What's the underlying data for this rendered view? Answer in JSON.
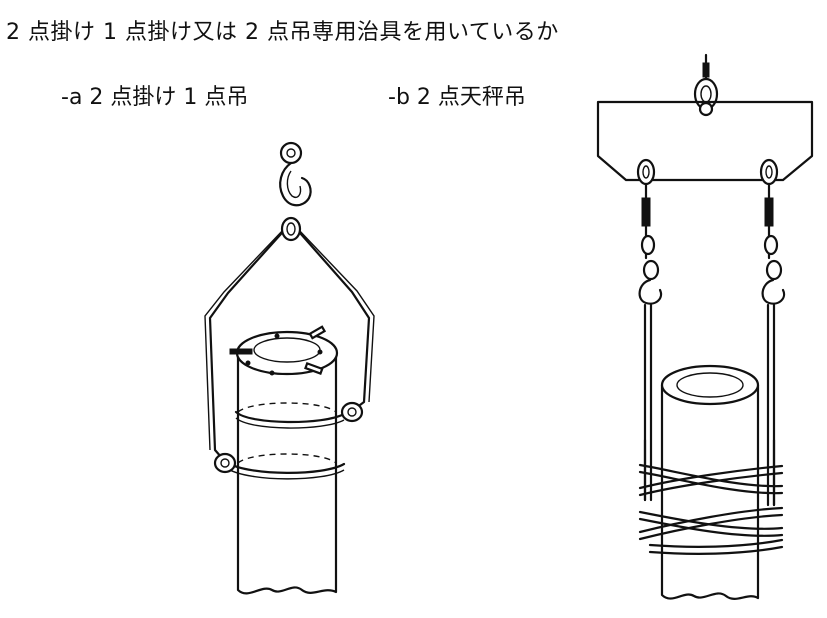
{
  "title": "2 点掛け 1 点掛け又は 2 点吊専用治具を用いているか",
  "label_a": "-a 2 点掛け 1 点吊",
  "label_b": "-b 2 点天秤吊"
}
